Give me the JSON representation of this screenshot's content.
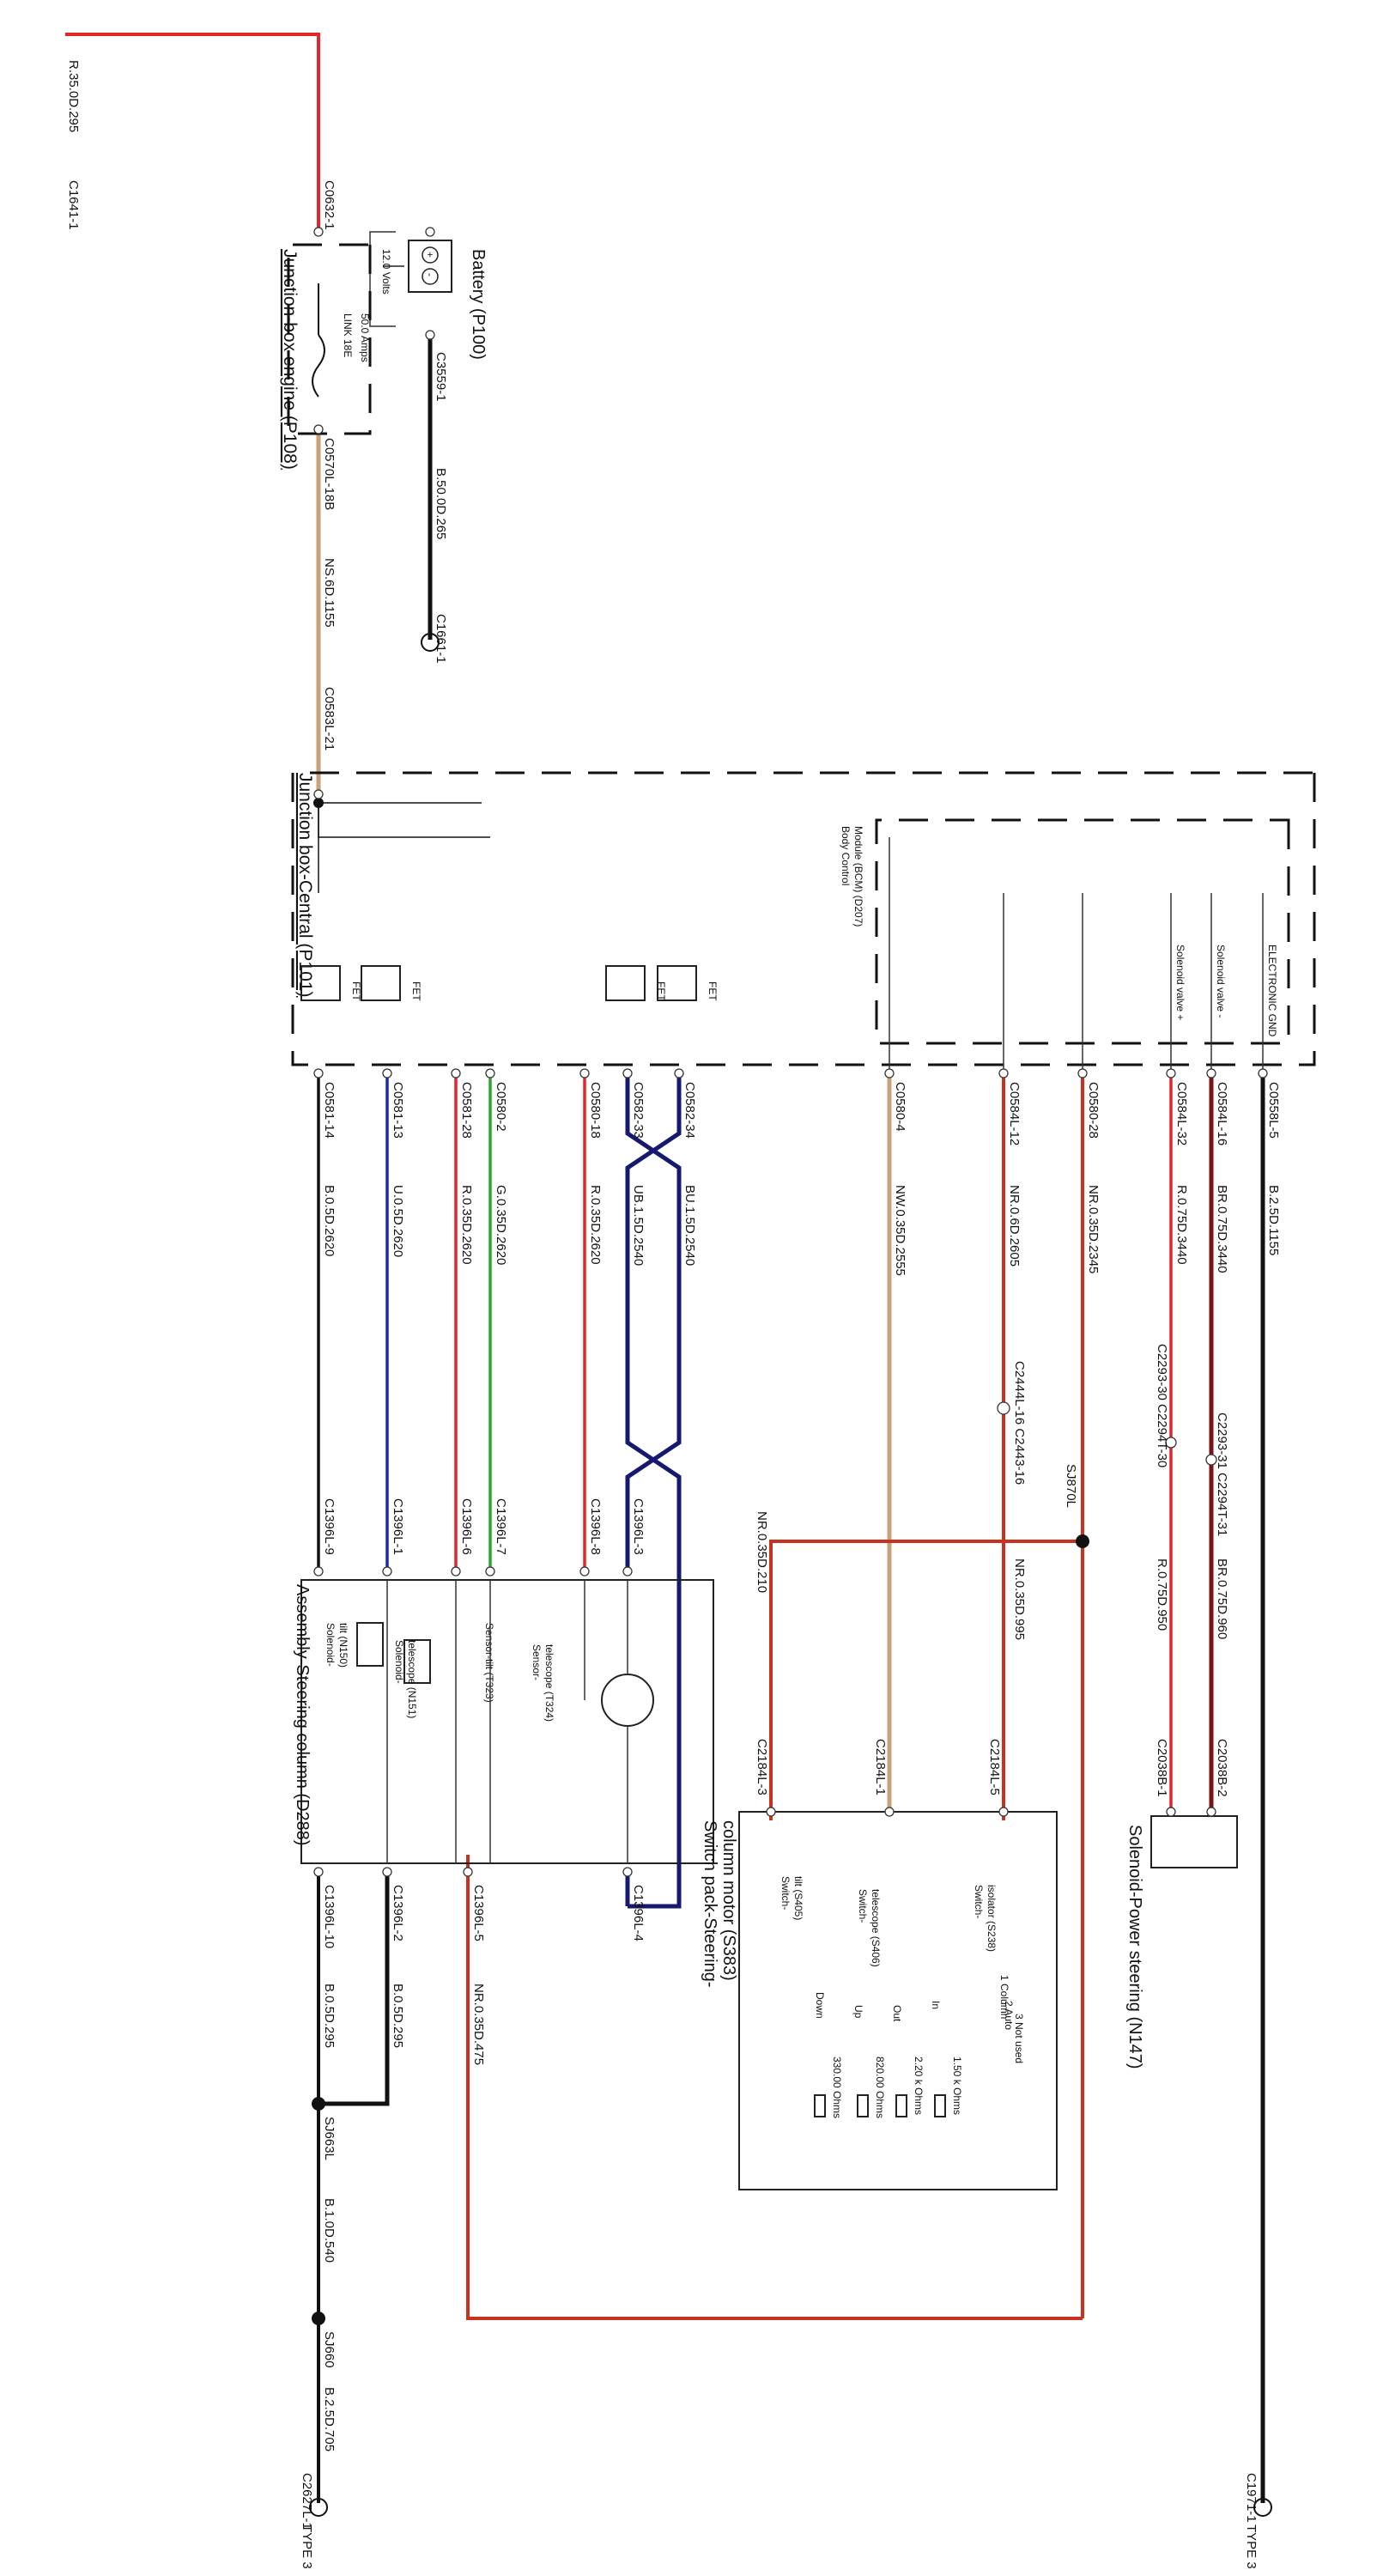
{
  "colors": {
    "red": "#e2262a",
    "black": "#111111",
    "blue": "#1a2bb5",
    "green": "#2ba82b",
    "navy": "#161a6e",
    "tan": "#c8a07a",
    "dark_red": "#c8331f",
    "maroon": "#7a1414"
  },
  "components": {
    "battery": {
      "title": "Battery (P100)",
      "voltage": "12.0 Volts"
    },
    "jb_engine": {
      "title": "Junction-box engine (P108)",
      "fuse_id": "LINK 18E",
      "fuse_rating": "50.0 Amps"
    },
    "jb_central": {
      "title": "Junction box-Central (P101)",
      "bcm": [
        "Body Control",
        "Module (BCM) (D207)"
      ]
    },
    "fet_labels": [
      "FET",
      "FET",
      "FET",
      "FET"
    ],
    "internal_labels": {
      "solenoid_plus": "Solenoid valve +",
      "solenoid_minus": "Solenoid valve -",
      "electronic_gnd": "ELECTRONIC GND"
    },
    "steering_column": {
      "title": "Assembly-Steering column (D288)",
      "parts": {
        "solenoid_tilt": [
          "Solenoid-",
          "tilt (N150)"
        ],
        "solenoid_telescope": [
          "Solenoid-",
          "telescope (N151)"
        ],
        "sensor_tilt": "Sensor-tilt (T323)",
        "sensor_telescope": [
          "Sensor-",
          "telescope (T324)"
        ]
      }
    },
    "switch_pack": {
      "title": [
        "Switch pack-Steering-",
        "column motor (S383)"
      ],
      "switch_tilt": [
        "Switch-",
        "tilt (S405)"
      ],
      "switch_telescope": [
        "Switch-",
        "telescope (S406)"
      ],
      "switch_isolator": [
        "Switch-",
        "isolator (S238)"
      ],
      "labels": {
        "down": "Down",
        "up": "Up",
        "in": "In",
        "out": "Out"
      },
      "positions": [
        "1  Column",
        "2  Auto",
        "3  Not used"
      ],
      "resistors": [
        "330.00 Ohms",
        "820.00 Ohms",
        "2.20 k Ohms",
        "1.50 k Ohms"
      ]
    },
    "solenoid_ps": {
      "title": "Solenoid-Power steering (N147)"
    }
  },
  "labels": {
    "r_35": "R.35.0D.295",
    "c1641": "C1641-1",
    "c0632": "C0632-1",
    "c3559": "C3559-1",
    "b_50": "B.50.0D.265",
    "c1661": "C1661-1",
    "c0570": "C0570L-18B",
    "ns_6": "NS.6D.1155",
    "c0583": "C0583L-21",
    "c0581_14": "C0581-14",
    "b_05_2620": "B.0.5D.2620",
    "c0581_13": "C0581-13",
    "u_05": "U.0.5D.2620",
    "c0581_28": "C0581-28",
    "r_035_2620a": "R.0.35D.2620",
    "c0580_2": "C0580-2",
    "g_035": "G.0.35D.2620",
    "c0580_18": "C0580-18",
    "r_035_2620b": "R.0.35D.2620",
    "c0582_33": "C0582-33",
    "ub_15": "UB.1.5D.2540",
    "c0582_34": "C0582-34",
    "bu_15": "BU.1.5D.2540",
    "c0580_4": "C0580-4",
    "nw_035": "NW.0.35D.2555",
    "c0584_12": "C0584L-12",
    "nr_06": "NR.0.6D.2605",
    "c0580_28": "C0580-28",
    "nr_035_2345": "NR.0.35D.2345",
    "c0584_32": "C0584L-32",
    "r_075_3440": "R.0.75D.3440",
    "c0584_16": "C0584L-16",
    "br_075_3440": "BR.0.75D.3440",
    "c0558": "C0558L-5",
    "b_25_1155": "B.2.5D.1155",
    "c1396_9": "C1396L-9",
    "c1396_1": "C1396L-1",
    "c1396_6": "C1396L-6",
    "c1396_7": "C1396L-7",
    "c1396_8": "C1396L-8",
    "c1396_3": "C1396L-3",
    "c1396_10": "C1396L-10",
    "c1396_2": "C1396L-2",
    "c1396_5": "C1396L-5",
    "c1396_4": "C1396L-4",
    "b_05_295": "B.0.5D.295",
    "b_05_295b": "B.0.5D.295",
    "nr_035_475": "NR.0.35D.475",
    "sj663": "SJ663L",
    "b_10_540": "B.1.0D.540",
    "sj660": "SJ660",
    "b_25_705": "B.2.5D.705",
    "c2627": "C2627L-1",
    "type3a": "TYPE 3",
    "c1971": "C1971-1",
    "type3b": "TYPE 3",
    "nr_035_210": "NR.0.35D.210",
    "sj870": "SJ870L",
    "c2444": "C2444L-16 C2443-16",
    "nr_035_995": "NR.0.35D.995",
    "c2293_30": "C2293-30 C2294T-30",
    "c2293_31": "C2293-31 C2294T-31",
    "r_075_950": "R.0.75D.950",
    "br_075_960": "BR.0.75D.960",
    "c2184_3": "C2184L-3",
    "c2184_1": "C2184L-1",
    "c2184_5": "C2184L-5",
    "c2038_1": "C2038B-1",
    "c2038_2": "C2038B-2"
  }
}
